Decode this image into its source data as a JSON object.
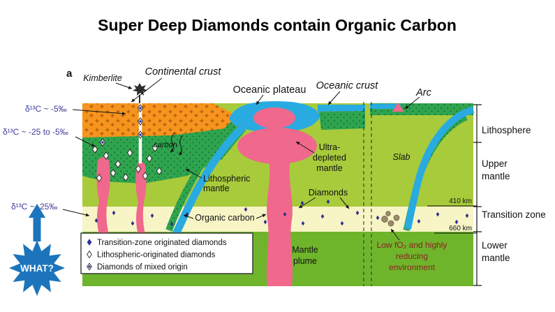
{
  "title": "Super Deep Diamonds contain Organic Carbon",
  "panel_label": "a",
  "surface_labels": {
    "kimberlite": "Kimberlite",
    "continental_crust": "Continental crust",
    "oceanic_plateau": "Oceanic plateau",
    "oceanic_crust": "Oceanic crust",
    "arc": "Arc"
  },
  "depth_scale": {
    "lithosphere": "Lithosphere",
    "upper_mantle_line1": "Upper",
    "upper_mantle_line2": "mantle",
    "transition_zone": "Transition zone",
    "lower_mantle_line1": "Lower",
    "lower_mantle_line2": "mantle",
    "km_410": "410 km",
    "km_660": "660 km"
  },
  "interior_labels": {
    "carbon": "carbon",
    "lithospheric_mantle_line1": "Lithospheric",
    "lithospheric_mantle_line2": "mantle",
    "ultra_depleted_line1": "Ultra-",
    "ultra_depleted_line2": "depleted",
    "ultra_depleted_line3": "mantle",
    "slab": "Slab",
    "diamonds": "Diamonds",
    "organic_carbon": "Organic carbon",
    "mantle_plume_line1": "Mantle",
    "mantle_plume_line2": "plume",
    "low_fo2_line1": "Low fO₂ and highly",
    "low_fo2_line2": "reducing",
    "low_fo2_line3": "environment"
  },
  "isotope_labels": {
    "shallow": "δ¹³C ~ -5‰",
    "mid": "δ¹³C ~ -25 to -5‰",
    "deep": "δ¹³C ~ -25‰"
  },
  "legend": {
    "items": [
      {
        "symbol": "filled-diamond",
        "label": "Transition-zone originated diamonds"
      },
      {
        "symbol": "open-diamond",
        "label": "Lithospheric-originated diamonds"
      },
      {
        "symbol": "mixed-diamond",
        "label": "Diamonds of mixed origin"
      }
    ]
  },
  "callout": {
    "text": "WHAT?"
  },
  "colors": {
    "continental_crust": "#F7941D",
    "lithospheric_mantle": "#2FA44E",
    "upper_mantle": "#A8CB3C",
    "transition_zone": "#F7F4C6",
    "lower_mantle": "#6FB52C",
    "oceanic_crust_blue": "#29ABE2",
    "mantle_plume_pink": "#F0688C",
    "diamond_navy": "#2E3192",
    "callout_blue": "#1C75BC",
    "isotope_text": "#3D3D99",
    "low_fo2_text": "#8B2020"
  }
}
